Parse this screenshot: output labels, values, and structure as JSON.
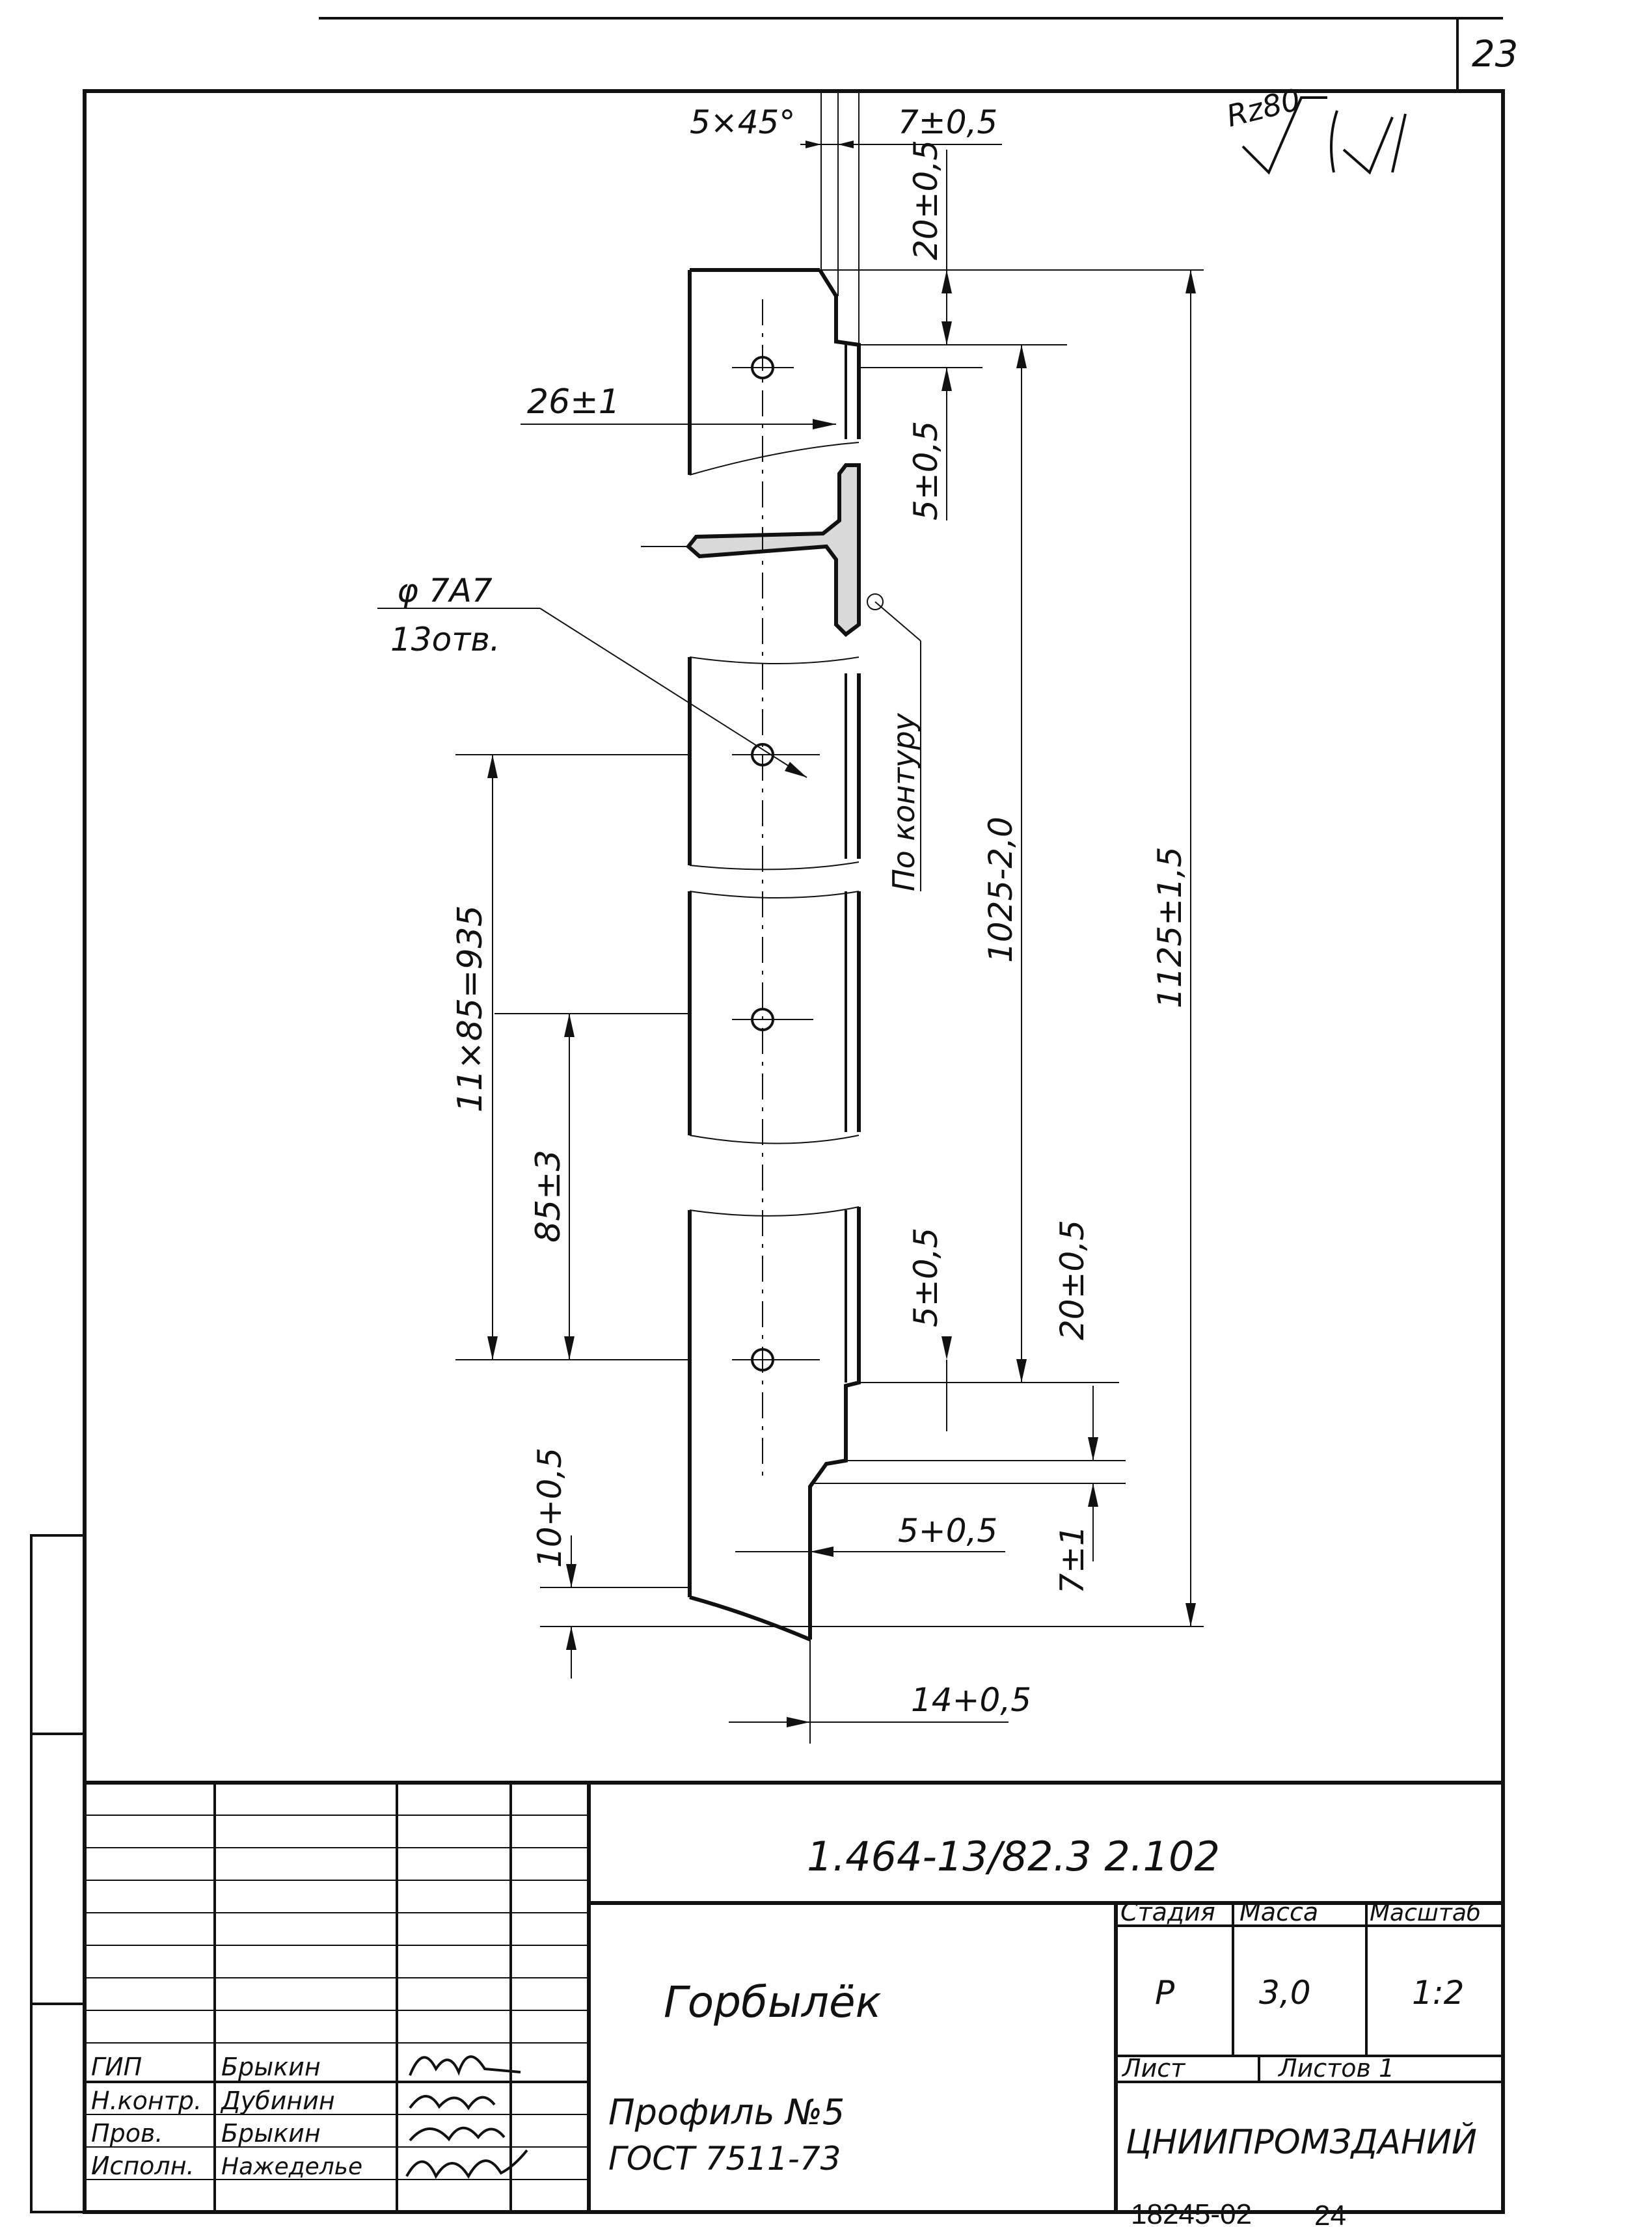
{
  "page_number": "23",
  "roughness": "Rz80",
  "dimensions": {
    "chamfer": "5×45°",
    "top_offset": "7±0,5",
    "top_step": "20±0,5",
    "flange_width": "26±1",
    "top_lip": "5±0,5",
    "hole": "φ 7А7",
    "hole_count": "13отв.",
    "contour_note": "По контуру",
    "hole_spacing_total": "11×85=935",
    "hole_pitch": "85±3",
    "inner_length": "1025-2,0",
    "overall_length": "1125±1,5",
    "bottom_lip": "5±0,5",
    "bottom_step": "20±0,5",
    "bottom_end": "10+0,5",
    "bottom_chamfer": "5+0,5",
    "bottom_offset": "7±1",
    "bottom_width": "14+0,5"
  },
  "title_block": {
    "document_code": "1.464-13/82.3  2.102",
    "part_name": "Горбылёк",
    "material_line1": "Профиль №5",
    "material_line2": "ГОСТ 7511-73",
    "stage_header": "Стадия",
    "mass_header": "Масса",
    "scale_header": "Масштаб",
    "stage": "Р",
    "mass": "3,0",
    "scale": "1:2",
    "sheet_label": "Лист",
    "sheets_label": "Листов 1",
    "organization": "ЦНИИПРОМЗДАНИЙ",
    "roles": [
      "ГИП",
      "Н.контр.",
      "Пров.",
      "Исполн."
    ],
    "names": [
      "Брыкин",
      "Дубинин",
      "Брыкин",
      "Нажеделье"
    ]
  },
  "footer_code": "18245-02",
  "footer_page": "24"
}
